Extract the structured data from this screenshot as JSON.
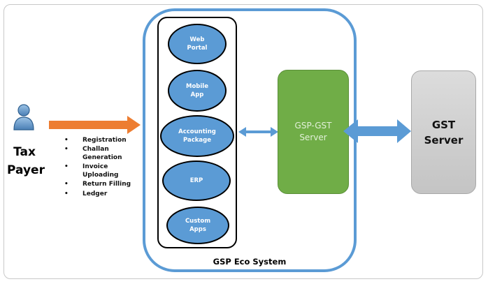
{
  "actor": {
    "icon": "user-icon",
    "label_line1": "Tax",
    "label_line2": "Payer"
  },
  "services": [
    "Registration",
    "Challan\nGeneration",
    "Invoice\nUploading",
    "Return Filling",
    "Ledger"
  ],
  "ecosystem": {
    "label": "GSP Eco System",
    "apps": [
      "Web\nPortal",
      "Mobile\nApp",
      "Accounting\nPackage",
      "ERP",
      "Custom\nApps"
    ]
  },
  "gsp_gst_server": {
    "line1": "GSP-GST",
    "line2": "Server"
  },
  "gst_server": {
    "line1": "GST",
    "line2": "Server"
  },
  "colors": {
    "ecosystem_border": "#5b9bd5",
    "app_fill": "#5b9bd5",
    "gsp_server_fill": "#70ad47",
    "gst_server_fill": "#cfcfcf",
    "input_arrow": "#ed7d31",
    "link_arrow": "#5b9bd5"
  }
}
